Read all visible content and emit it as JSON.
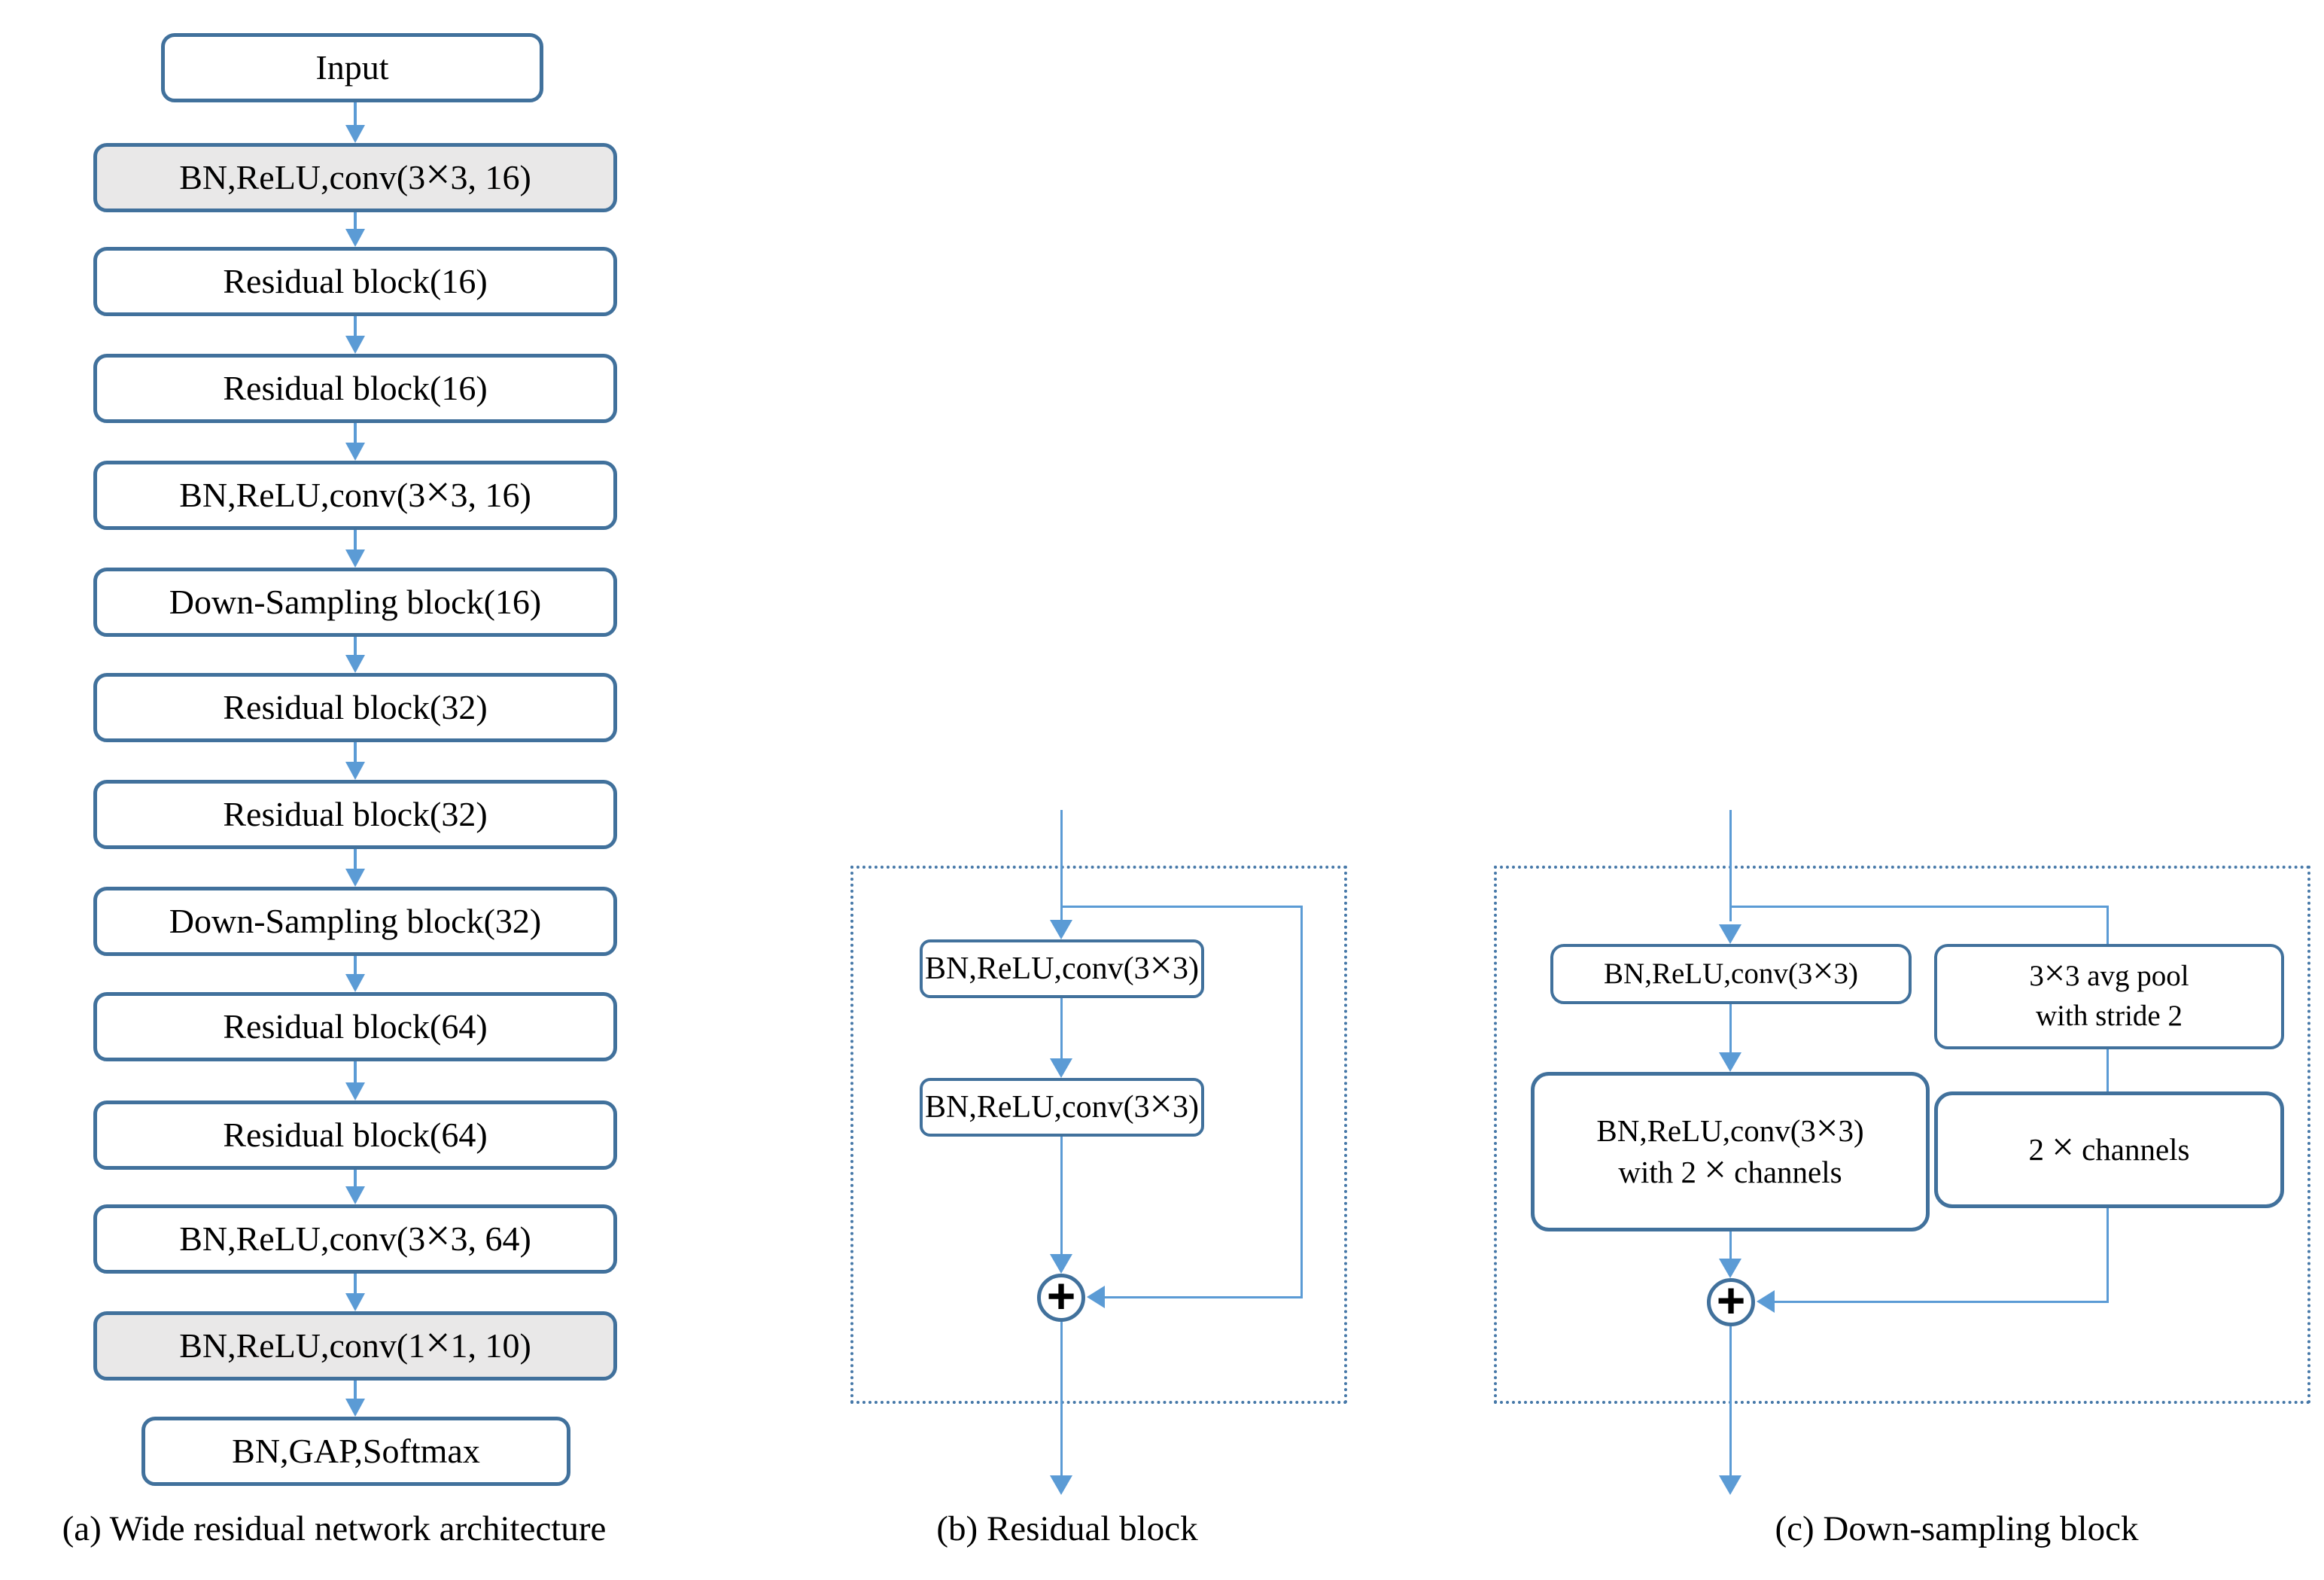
{
  "colors": {
    "box_border": "#41719C",
    "connector_blue": "#5B9BD5",
    "dotted_border": "#4678A8",
    "gray_fill": "#E9E8E8",
    "text": "#000000",
    "background": "#FFFFFF"
  },
  "panel_a": {
    "caption": "(a) Wide residual network architecture",
    "boxes": [
      {
        "label": "Input",
        "fill": "white"
      },
      {
        "label": "BN,ReLU,conv(3×3, 16)",
        "fill": "gray"
      },
      {
        "label": "Residual block(16)",
        "fill": "white"
      },
      {
        "label": "Residual block(16)",
        "fill": "white"
      },
      {
        "label": "BN,ReLU,conv(3×3, 16)",
        "fill": "white"
      },
      {
        "label": "Down-Sampling block(16)",
        "fill": "white"
      },
      {
        "label": "Residual block(32)",
        "fill": "white"
      },
      {
        "label": "Residual block(32)",
        "fill": "white"
      },
      {
        "label": "Down-Sampling block(32)",
        "fill": "white"
      },
      {
        "label": "Residual block(64)",
        "fill": "white"
      },
      {
        "label": "Residual block(64)",
        "fill": "white"
      },
      {
        "label": "BN,ReLU,conv(3×3, 64)",
        "fill": "white"
      },
      {
        "label": "BN,ReLU,conv(1×1, 10)",
        "fill": "gray"
      },
      {
        "label": "BN,GAP,Softmax",
        "fill": "white"
      }
    ]
  },
  "panel_b": {
    "caption": "(b) Residual block",
    "boxes": [
      {
        "label": "BN,ReLU,conv(3×3)"
      },
      {
        "label": "BN,ReLU,conv(3×3)"
      }
    ],
    "merge_operator": "+"
  },
  "panel_c": {
    "caption": "(c) Down-sampling block",
    "conv_box_1": {
      "label": "BN,ReLU,conv(3×3)"
    },
    "conv_box_2": {
      "line1": "BN,ReLU,conv(3×3)",
      "line2": "with 2 × channels"
    },
    "pool_box": {
      "line1": "3×3 avg pool",
      "line2": "with stride 2"
    },
    "channels_box": {
      "label": "2 × channels"
    },
    "merge_operator": "+"
  }
}
